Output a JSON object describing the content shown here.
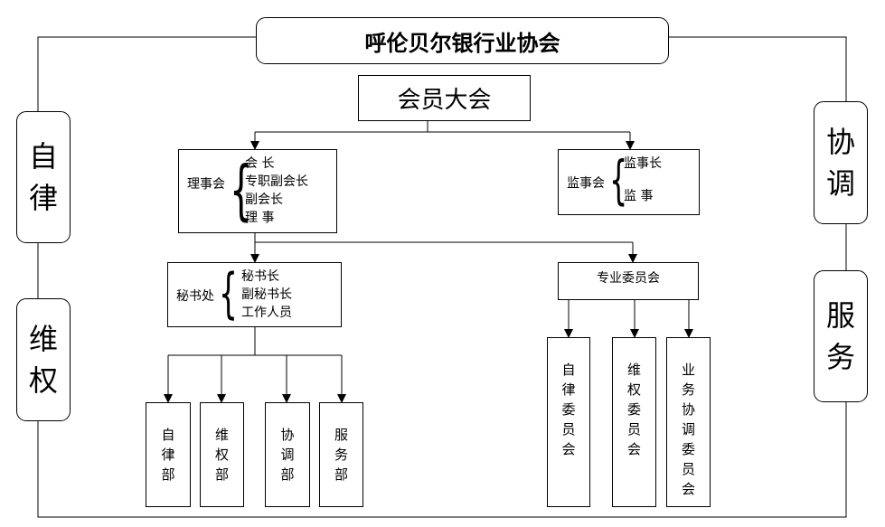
{
  "title": "呼伦贝尔银行业协会",
  "assembly": "会员大会",
  "left_pillar": {
    "top": [
      "自",
      "律"
    ],
    "bottom": [
      "维",
      "权"
    ]
  },
  "right_pillar": {
    "top": [
      "协",
      "调"
    ],
    "bottom": [
      "服",
      "务"
    ]
  },
  "council": {
    "label": "理事会",
    "roles": [
      "会  长",
      "专职副会长",
      "副会长",
      "理  事"
    ]
  },
  "supervisors": {
    "label": "监事会",
    "roles": [
      "监事长",
      "监    事"
    ]
  },
  "secretariat": {
    "label": "秘书处",
    "roles": [
      "秘书长",
      "副秘书长",
      "工作人员"
    ]
  },
  "committees": {
    "label": "专业委员会"
  },
  "departments": [
    [
      "自",
      "律",
      "部"
    ],
    [
      "维",
      "权",
      "部"
    ],
    [
      "协",
      "调",
      "部"
    ],
    [
      "服",
      "务",
      "部"
    ]
  ],
  "committee_list": [
    [
      "自",
      "律",
      "委",
      "员",
      "会"
    ],
    [
      "维",
      "权",
      "委",
      "员",
      "会"
    ],
    [
      "业",
      "务",
      "协",
      "调",
      "委",
      "员",
      "会"
    ]
  ]
}
